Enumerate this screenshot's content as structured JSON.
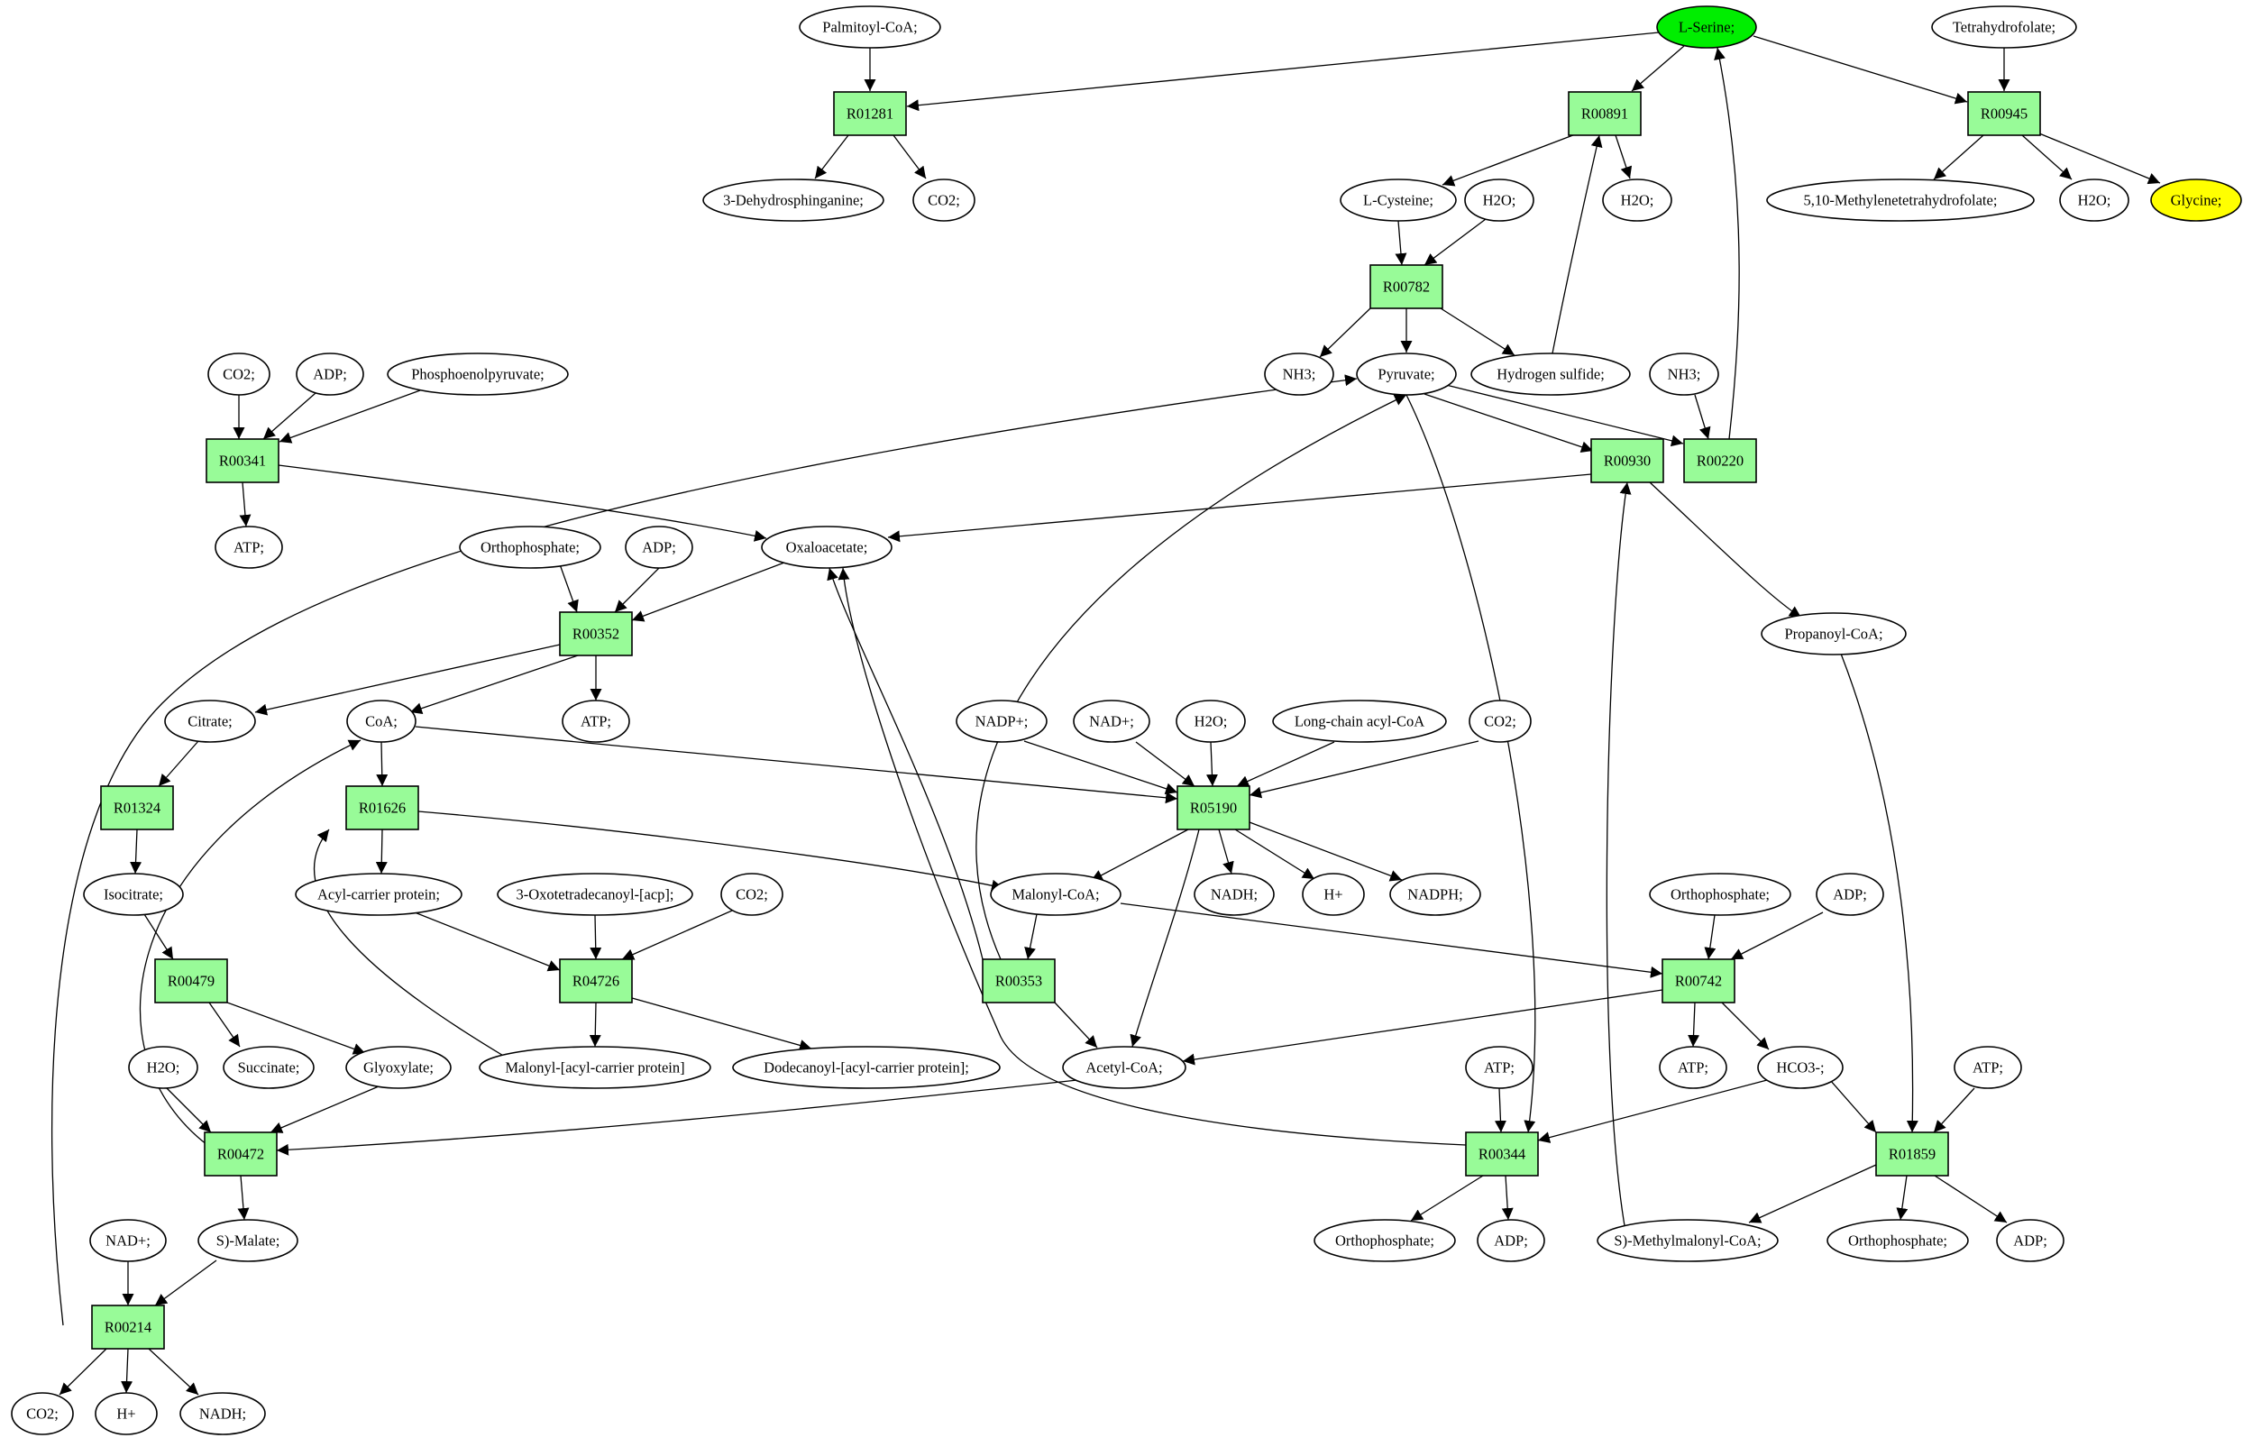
{
  "metabolites": {
    "palmitoyl_coa": "Palmitoyl-CoA;",
    "l_serine": "L-Serine;",
    "tetrahydrofolate": "Tetrahydrofolate;",
    "dehydrosphinganine": "3-Dehydrosphinganine;",
    "co2_a": "CO2;",
    "l_cysteine": "L-Cysteine;",
    "h2o_a": "H2O;",
    "h2o_b": "H2O;",
    "methylenethf": "5,10-Methylenetetrahydrofolate;",
    "h2o_c": "H2O;",
    "glycine": "Glycine;",
    "co2_b": "CO2;",
    "adp_a": "ADP;",
    "pep": "Phosphoenolpyruvate;",
    "nh3_a": "NH3;",
    "pyruvate": "Pyruvate;",
    "h2s": "Hydrogen sulfide;",
    "nh3_b": "NH3;",
    "atp_a": "ATP;",
    "orthophosphate_a": "Orthophosphate;",
    "adp_b": "ADP;",
    "oxaloacetate": "Oxaloacetate;",
    "propanoyl_coa": "Propanoyl-CoA;",
    "citrate": "Citrate;",
    "coa": "CoA;",
    "atp_b": "ATP;",
    "nadp_plus": "NADP+;",
    "nad_plus_a": "NAD+;",
    "h2o_d": "H2O;",
    "long_chain": "Long-chain acyl-CoA",
    "co2_c": "CO2;",
    "isocitrate": "Isocitrate;",
    "acp": "Acyl-carrier protein;",
    "oxotetradecanoyl": "3-Oxotetradecanoyl-[acp];",
    "co2_d": "CO2;",
    "malonyl_coa": "Malonyl-CoA;",
    "nadh_a": "NADH;",
    "h_plus_a": "H+",
    "nadph": "NADPH;",
    "orthophosphate_b": "Orthophosphate;",
    "adp_c": "ADP;",
    "h2o_e": "H2O;",
    "succinate": "Succinate;",
    "glyoxylate": "Glyoxylate;",
    "malonyl_acp": "Malonyl-[acyl-carrier protein]",
    "dodecanoyl_acp": "Dodecanoyl-[acyl-carrier protein];",
    "acetyl_coa": "Acetyl-CoA;",
    "atp_c": "ATP;",
    "atp_d": "ATP;",
    "hco3": "HCO3-;",
    "atp_e": "ATP;",
    "nad_plus_b": "NAD+;",
    "s_malate": "S)-Malate;",
    "orthophosphate_c": "Orthophosphate;",
    "adp_d": "ADP;",
    "methylmalonyl_coa": "S)-Methylmalonyl-CoA;",
    "orthophosphate_d": "Orthophosphate;",
    "adp_e": "ADP;",
    "co2_e": "CO2;",
    "h_plus_b": "H+",
    "nadh_b": "NADH;"
  },
  "reactions": {
    "R01281": "R01281",
    "R00891": "R00891",
    "R00945": "R00945",
    "R00782": "R00782",
    "R00341": "R00341",
    "R00930": "R00930",
    "R00220": "R00220",
    "R00352": "R00352",
    "R05190": "R05190",
    "R01324": "R01324",
    "R01626": "R01626",
    "R04726": "R04726",
    "R00353": "R00353",
    "R00742": "R00742",
    "R00479": "R00479",
    "R00472": "R00472",
    "R00344": "R00344",
    "R01859": "R01859",
    "R00214": "R00214"
  },
  "colors": {
    "reaction_fill": "#98fb98",
    "source_fill": "#00ee00",
    "target_fill": "#ffff00",
    "metabolite_fill": "#ffffff",
    "stroke": "#000000"
  }
}
